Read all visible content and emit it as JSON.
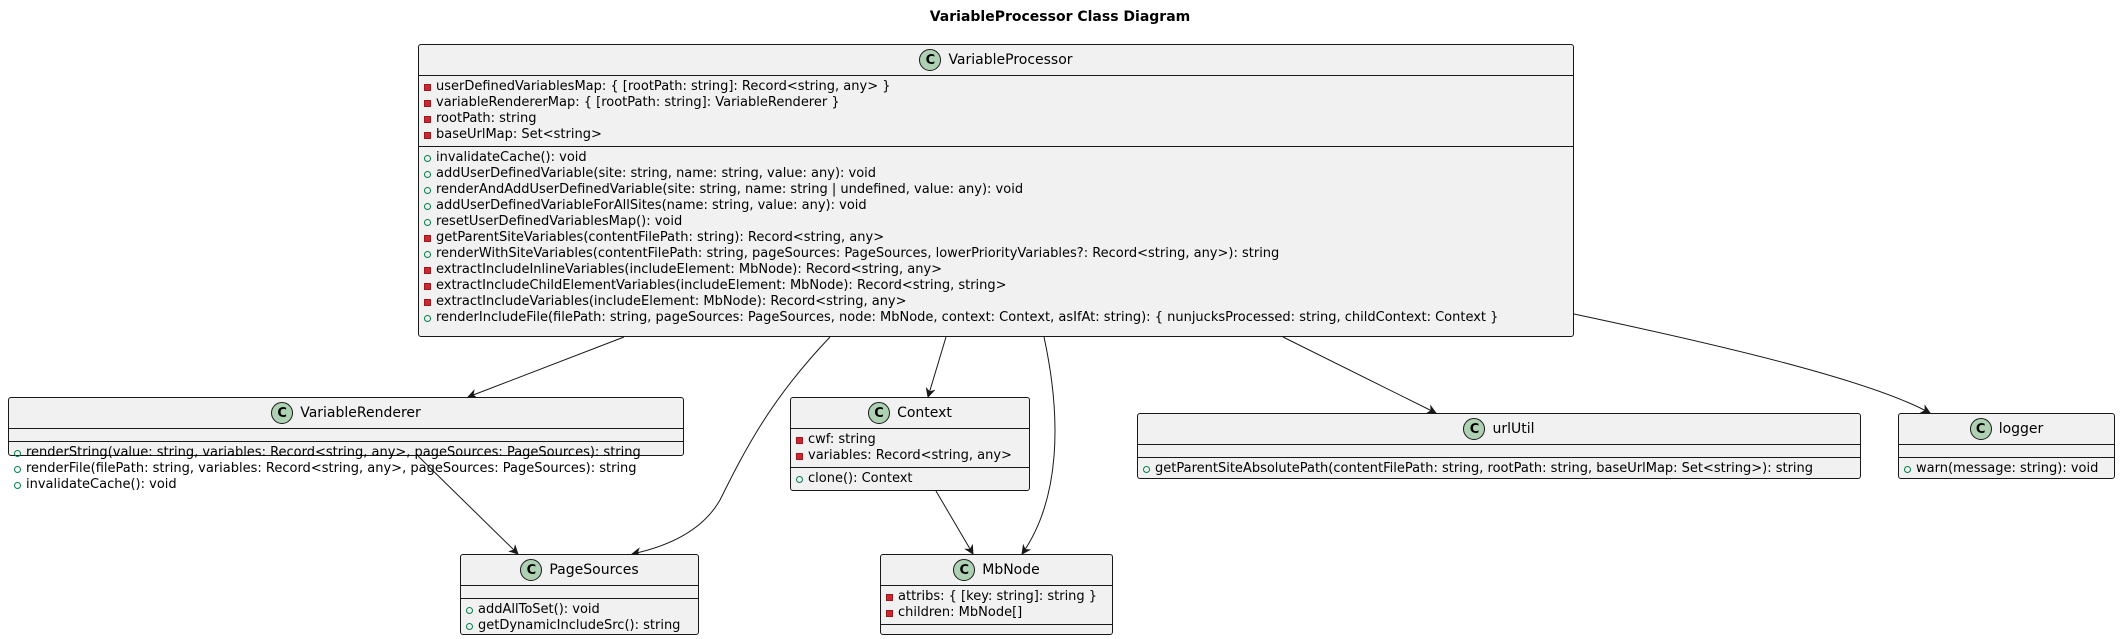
{
  "title": "VariableProcessor Class Diagram",
  "classes": [
    {
      "id": "VariableProcessor",
      "stereotype_icon": "C",
      "name": "VariableProcessor",
      "fields": [
        {
          "vis": "private",
          "text": "userDefinedVariablesMap: { [rootPath: string]: Record<string, any> }"
        },
        {
          "vis": "private",
          "text": "variableRendererMap: { [rootPath: string]: VariableRenderer }"
        },
        {
          "vis": "private",
          "text": "rootPath: string"
        },
        {
          "vis": "private",
          "text": "baseUrlMap: Set<string>"
        }
      ],
      "methods": [
        {
          "vis": "public",
          "text": "invalidateCache(): void"
        },
        {
          "vis": "public",
          "text": "addUserDefinedVariable(site: string, name: string, value: any): void"
        },
        {
          "vis": "public",
          "text": "renderAndAddUserDefinedVariable(site: string, name: string | undefined, value: any): void"
        },
        {
          "vis": "public",
          "text": "addUserDefinedVariableForAllSites(name: string, value: any): void"
        },
        {
          "vis": "public",
          "text": "resetUserDefinedVariablesMap(): void"
        },
        {
          "vis": "private",
          "text": "getParentSiteVariables(contentFilePath: string): Record<string, any>"
        },
        {
          "vis": "public",
          "text": "renderWithSiteVariables(contentFilePath: string, pageSources: PageSources, lowerPriorityVariables?: Record<string, any>): string"
        },
        {
          "vis": "private",
          "text": "extractIncludeInlineVariables(includeElement: MbNode): Record<string, any>"
        },
        {
          "vis": "private",
          "text": "extractIncludeChildElementVariables(includeElement: MbNode): Record<string, string>"
        },
        {
          "vis": "private",
          "text": "extractIncludeVariables(includeElement: MbNode): Record<string, any>"
        },
        {
          "vis": "public",
          "text": "renderIncludeFile(filePath: string, pageSources: PageSources, node: MbNode, context: Context, asIfAt: string): { nunjucksProcessed: string, childContext: Context }"
        }
      ]
    },
    {
      "id": "VariableRenderer",
      "stereotype_icon": "C",
      "name": "VariableRenderer",
      "fields": [],
      "methods": [
        {
          "vis": "public",
          "text": "renderString(value: string, variables: Record<string, any>, pageSources: PageSources): string"
        },
        {
          "vis": "public",
          "text": "renderFile(filePath: string, variables: Record<string, any>, pageSources: PageSources): string"
        },
        {
          "vis": "public",
          "text": "invalidateCache(): void"
        }
      ]
    },
    {
      "id": "Context",
      "stereotype_icon": "C",
      "name": "Context",
      "fields": [
        {
          "vis": "private",
          "text": "cwf: string"
        },
        {
          "vis": "private",
          "text": "variables: Record<string, any>"
        }
      ],
      "methods": [
        {
          "vis": "public",
          "text": "clone(): Context"
        }
      ]
    },
    {
      "id": "urlUtil",
      "stereotype_icon": "C",
      "name": "urlUtil",
      "fields": [],
      "methods": [
        {
          "vis": "public",
          "text": "getParentSiteAbsolutePath(contentFilePath: string, rootPath: string, baseUrlMap: Set<string>): string"
        }
      ]
    },
    {
      "id": "logger",
      "stereotype_icon": "C",
      "name": "logger",
      "fields": [],
      "methods": [
        {
          "vis": "public",
          "text": "warn(message: string): void"
        }
      ]
    },
    {
      "id": "PageSources",
      "stereotype_icon": "C",
      "name": "PageSources",
      "fields": [],
      "methods": [
        {
          "vis": "public",
          "text": "addAllToSet(): void"
        },
        {
          "vis": "public",
          "text": "getDynamicIncludeSrc(): string"
        }
      ]
    },
    {
      "id": "MbNode",
      "stereotype_icon": "C",
      "name": "MbNode",
      "fields": [
        {
          "vis": "private",
          "text": "attribs: { [key: string]: string }"
        },
        {
          "vis": "private",
          "text": "children: MbNode[]"
        }
      ],
      "methods": []
    }
  ],
  "relations": [
    {
      "from": "VariableProcessor",
      "to": "VariableRenderer"
    },
    {
      "from": "VariableProcessor",
      "to": "PageSources"
    },
    {
      "from": "VariableProcessor",
      "to": "Context"
    },
    {
      "from": "VariableProcessor",
      "to": "MbNode"
    },
    {
      "from": "VariableProcessor",
      "to": "urlUtil"
    },
    {
      "from": "VariableProcessor",
      "to": "logger"
    },
    {
      "from": "VariableRenderer",
      "to": "PageSources"
    },
    {
      "from": "Context",
      "to": "MbNode"
    }
  ]
}
